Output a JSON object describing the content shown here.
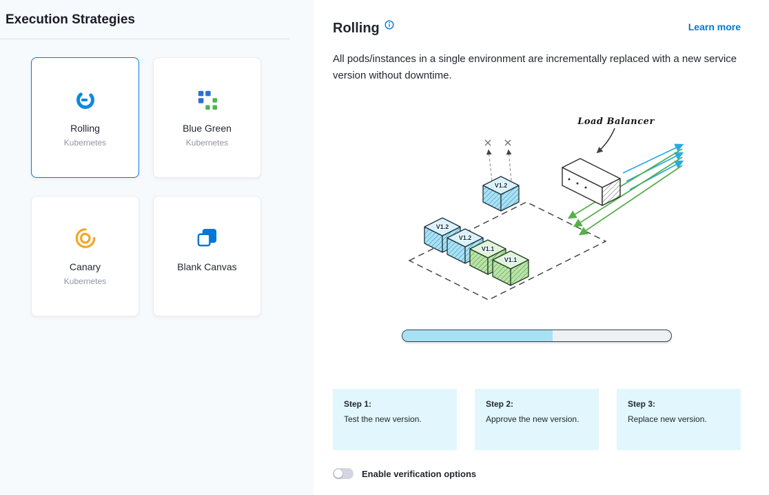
{
  "left": {
    "title": "Execution Strategies",
    "strategies": [
      {
        "label": "Rolling",
        "sublabel": "Kubernetes"
      },
      {
        "label": "Blue Green",
        "sublabel": "Kubernetes"
      },
      {
        "label": "Canary",
        "sublabel": "Kubernetes"
      },
      {
        "label": "Blank Canvas",
        "sublabel": ""
      }
    ]
  },
  "detail": {
    "title": "Rolling",
    "learn_more_label": "Learn more",
    "description": "All pods/instances in a single environment are incrementally replaced with a new service version without downtime.",
    "illustration": {
      "load_balancer_label": "Load Balancer",
      "cube_labels": [
        "V1.2",
        "V1.2",
        "V1.1",
        "V1.1",
        "V1.2"
      ]
    },
    "progress_fill_percent": 56,
    "steps": [
      {
        "title": "Step 1:",
        "text": "Test the new version."
      },
      {
        "title": "Step 2:",
        "text": "Approve the new version."
      },
      {
        "title": "Step 3:",
        "text": "Replace new version."
      }
    ],
    "toggle_label": "Enable verification options",
    "colors": {
      "accent_blue": "#0278d5",
      "step_background": "#e1f7fd",
      "progress_fill": "#a6e1f4"
    }
  }
}
